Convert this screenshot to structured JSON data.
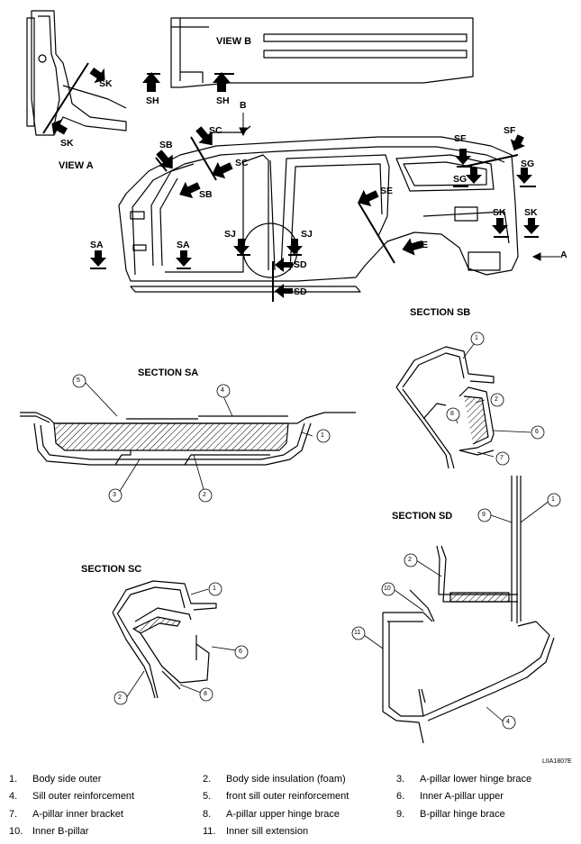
{
  "views": {
    "view_a": "VIEW A",
    "view_b": "VIEW B"
  },
  "cut_labels": {
    "a": "A",
    "b": "B",
    "sa": "SA",
    "sb": "SB",
    "sc": "SC",
    "sd": "SD",
    "se": "SE",
    "sf": "SF",
    "sg": "SG",
    "sh": "SH",
    "sj": "SJ",
    "sk": "SK"
  },
  "sections": {
    "sa": "SECTION SA",
    "sb": "SECTION SB",
    "sc": "SECTION SC",
    "sd": "SECTION SD"
  },
  "callouts": {
    "n1": "1",
    "n2": "2",
    "n3": "3",
    "n4": "4",
    "n5": "5",
    "n6": "6",
    "n7": "7",
    "n8": "8",
    "n9": "9",
    "n10": "10",
    "n11": "11"
  },
  "figure_code": "LIIA1807E",
  "legend": [
    {
      "num": "1.",
      "text": "Body side outer"
    },
    {
      "num": "2.",
      "text": "Body side insulation (foam)"
    },
    {
      "num": "3.",
      "text": "A-pillar lower hinge brace"
    },
    {
      "num": "4.",
      "text": "Sill outer reinforcement"
    },
    {
      "num": "5.",
      "text": "front sill outer reinforcement"
    },
    {
      "num": "6.",
      "text": "Inner A-pillar upper"
    },
    {
      "num": "7.",
      "text": "A-pillar inner bracket"
    },
    {
      "num": "8.",
      "text": "A-pillar upper hinge brace"
    },
    {
      "num": "9.",
      "text": "B-pillar hinge brace"
    },
    {
      "num": "10.",
      "text": "Inner B-pillar"
    },
    {
      "num": "11.",
      "text": "Inner sill extension"
    }
  ]
}
